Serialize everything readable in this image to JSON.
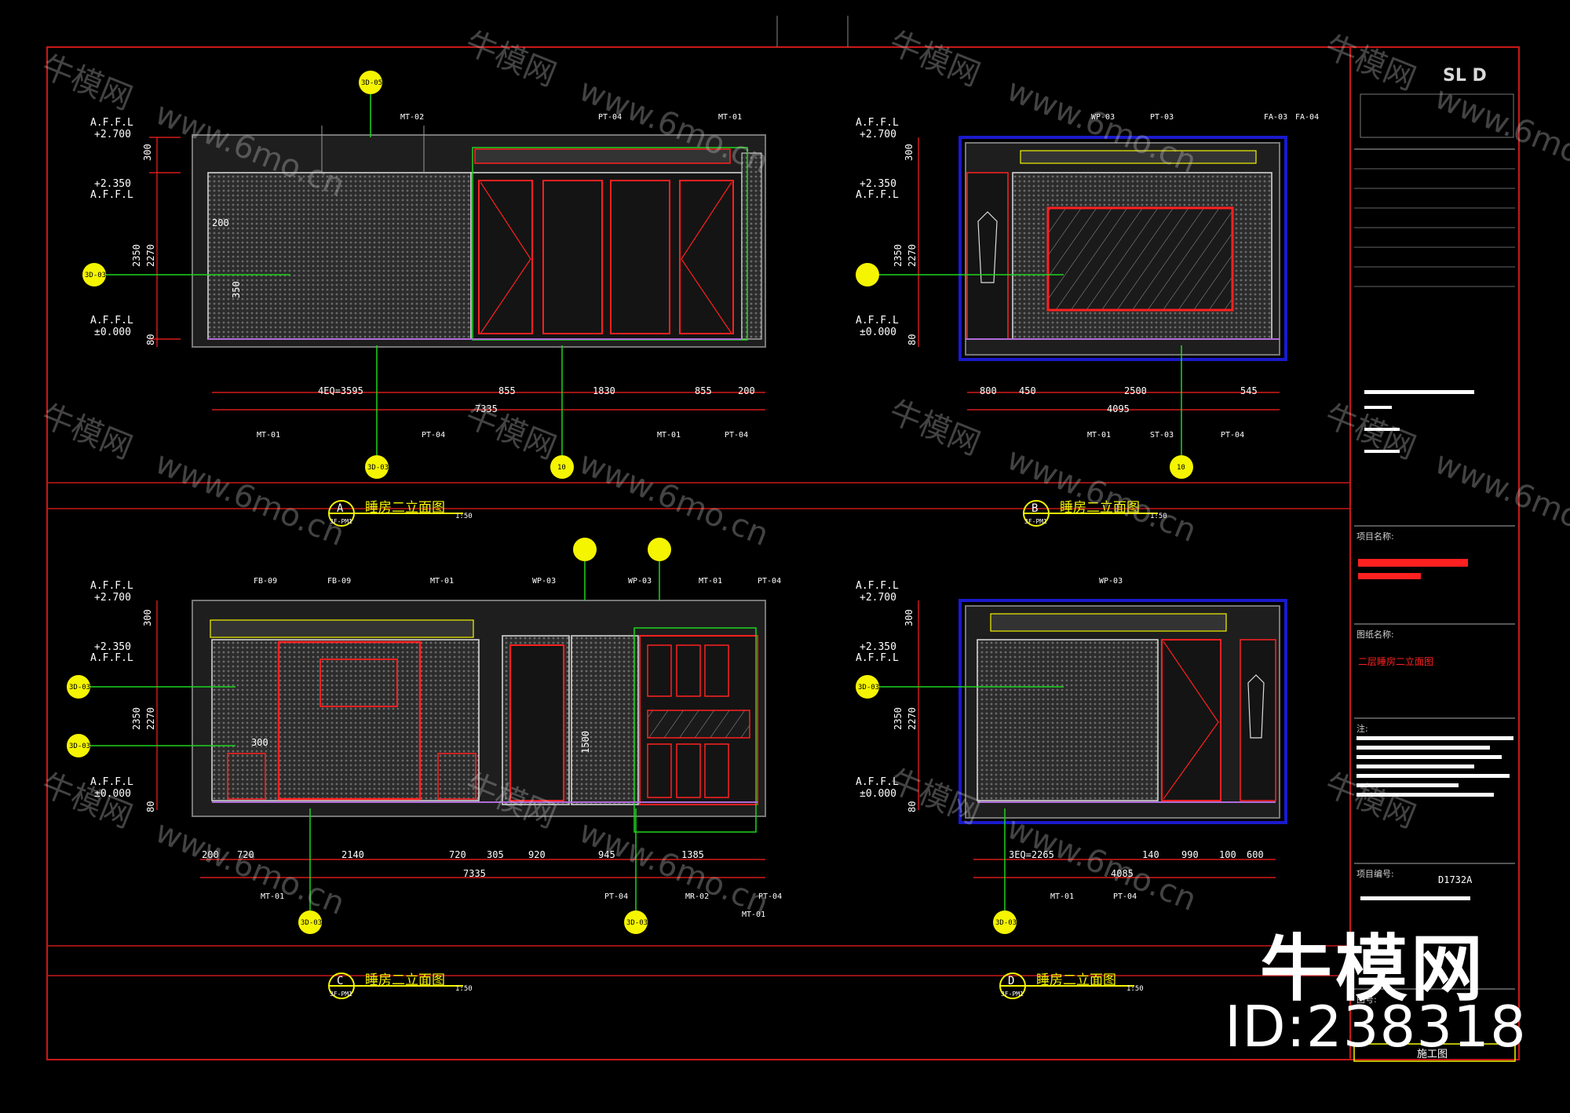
{
  "drawing": {
    "dimension_labels": {
      "affl": "A.F.F.L",
      "h2700": "+2.700",
      "h2350": "+2.350",
      "h0": "±0.000",
      "d300": "300",
      "d2350": "2350",
      "d2270": "2270",
      "d80": "80"
    },
    "views": {
      "A": {
        "letter": "A",
        "title": "睡房二立面图",
        "scale": "1:50",
        "ref": "3F-PM1",
        "bottom_dims": [
          "4EQ=3595",
          "855",
          "1830",
          "855",
          "200"
        ],
        "total": "7335",
        "tags_top": [
          "MT-02",
          "PT-04",
          "MT-01"
        ],
        "tags_bottom": [
          "MT-01",
          "PT-04",
          "MT-01",
          "PT-04"
        ],
        "notes": [
          "200",
          "350"
        ],
        "callouts": [
          "3D-05",
          "3D-03",
          "10"
        ]
      },
      "B": {
        "letter": "B",
        "title": "睡房二立面图",
        "scale": "1:50",
        "ref": "3F-PM1",
        "bottom_dims": [
          "800",
          "450",
          "2500",
          "545"
        ],
        "total": "4095",
        "tags_top": [
          "WP-03",
          "PT-03",
          "FA-03",
          "FA-04"
        ],
        "tags_bottom": [
          "MT-01",
          "ST-03",
          "PT-04"
        ],
        "callouts": [
          "10"
        ]
      },
      "C": {
        "letter": "C",
        "title": "睡房二立面图",
        "scale": "1:50",
        "ref": "3F-PM1",
        "bottom_dims": [
          "200",
          "720",
          "2140",
          "720",
          "305",
          "920",
          "945",
          "1385"
        ],
        "total": "7335",
        "tags_top": [
          "FB-09",
          "FB-09",
          "MT-01",
          "WP-03",
          "WP-03",
          "MT-01",
          "PT-04"
        ],
        "tags_bottom": [
          "MT-01",
          "PT-04",
          "MR-02",
          "MT-01",
          "PT-04"
        ],
        "labels": [
          "300",
          "1500"
        ],
        "callouts": [
          "3D-03",
          "3D-03",
          "3D-03",
          "3D-03"
        ]
      },
      "D": {
        "letter": "D",
        "title": "睡房二立面图",
        "scale": "1:50",
        "ref": "3F-PM1",
        "bottom_dims": [
          "3EQ=2265",
          "140",
          "990",
          "100",
          "600"
        ],
        "total": "4085",
        "tags_top": [
          "WP-03"
        ],
        "tags_bottom": [
          "MT-01",
          "PT-04"
        ],
        "callouts": [
          "3D-03",
          "3D-03"
        ]
      }
    }
  },
  "title_block": {
    "logo": "SL D",
    "project_label": "项目名称:",
    "drawing_name_label": "图纸名称:",
    "drawing_name": "二层睡房二立面图",
    "notes_label": "注:",
    "project_no_label": "项目编号:",
    "project_no": "D1732A",
    "sheet_no_label": "图号:",
    "stage": "施工图"
  },
  "watermark": {
    "cn": "牛模网",
    "url": "www.6mo.cn"
  },
  "brand": {
    "name": "牛模网",
    "id": "ID:238318"
  },
  "colors": {
    "background": "#000000",
    "frame": "#c81818",
    "wall": "#1e1e1e",
    "panel": "#3a3a3a",
    "red": "#ff2020",
    "yellow": "#f5f500",
    "green": "#1fd41f",
    "blue": "#1a1acc",
    "white": "#ffffff"
  }
}
